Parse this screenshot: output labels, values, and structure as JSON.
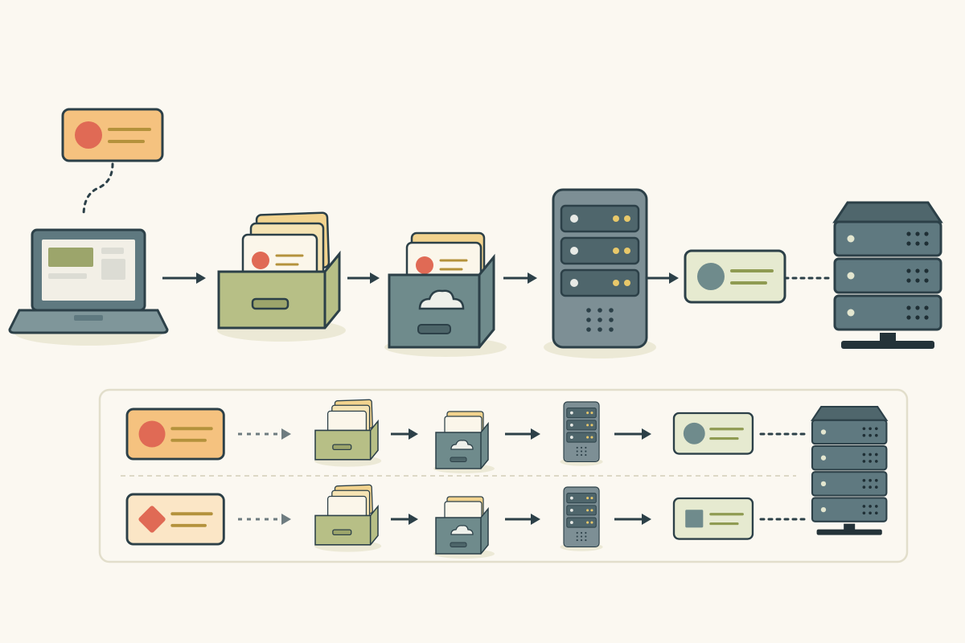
{
  "colors": {
    "background": "#fbf8f1",
    "outline": "#2c4048",
    "orange_card": "#f5c27f",
    "orange_dot": "#e06a55",
    "cream_card": "#f6f0e2",
    "olive": "#b7bf86",
    "slate_box": "#6f8b8c",
    "server": "#7d8f95",
    "mint_card": "#e6ead0",
    "rack": "#5f7980",
    "accent_yellow": "#e8c86a",
    "line_olive": "#8f9b52",
    "line_gold": "#b4923c",
    "shadow": "#ece9d6"
  },
  "main_flow": {
    "steps": [
      {
        "icon": "laptop-icon"
      },
      {
        "icon": "file-box-icon"
      },
      {
        "icon": "cloud-archive-icon"
      },
      {
        "icon": "server-tower-icon"
      },
      {
        "icon": "record-card-icon"
      },
      {
        "icon": "server-rack-icon"
      }
    ],
    "source_record_icon": "record-card-icon"
  },
  "legend_panel": {
    "rows": [
      {
        "source_shape": "circle",
        "result_shape": "circle"
      },
      {
        "source_shape": "diamond",
        "result_shape": "square"
      }
    ],
    "shared_target_icon": "server-rack-icon"
  }
}
